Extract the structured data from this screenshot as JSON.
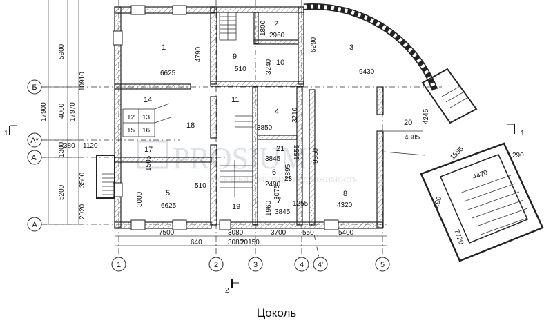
{
  "caption": "Цоколь",
  "watermark": {
    "brand": "PROSIUM",
    "tagline": "ОСОБНЯКИ · ЭЛИТНАЯ НЕДВИЖИМОСТЬ"
  },
  "room_numbers": [
    "1",
    "2",
    "3",
    "4",
    "5",
    "6",
    "7",
    "8",
    "9",
    "10",
    "11",
    "12",
    "13",
    "14",
    "15",
    "16",
    "17",
    "18",
    "19",
    "20",
    "21",
    "23"
  ],
  "room_dimensions": [
    "6625",
    "2960",
    "1800",
    "510",
    "3240",
    "9430",
    "3850",
    "3210",
    "6625",
    "3000",
    "1505",
    "510",
    "3845",
    "1555",
    "2490",
    "1895",
    "3075",
    "1960",
    "3845",
    "1255",
    "9350",
    "4320",
    "4385",
    "4245",
    "1555",
    "4470",
    "290",
    "290",
    "7720",
    "3080"
  ],
  "axes_horizontal": [
    "А",
    "А'",
    "А*",
    "Б"
  ],
  "axes_vertical": [
    "1",
    "2",
    "3",
    "4",
    "4'",
    "5"
  ],
  "left_dimensions": [
    "5900",
    "10910",
    "17900",
    "4000",
    "17970",
    "380",
    "1120",
    "1300",
    "3500",
    "5200",
    "2020"
  ],
  "bottom_dimensions": [
    "7500",
    "640",
    "3080",
    "3700",
    "550",
    "5400",
    "20150"
  ],
  "top_dimensions": [
    "4790",
    "6290"
  ],
  "section_marks": [
    "1",
    "1",
    "2"
  ]
}
